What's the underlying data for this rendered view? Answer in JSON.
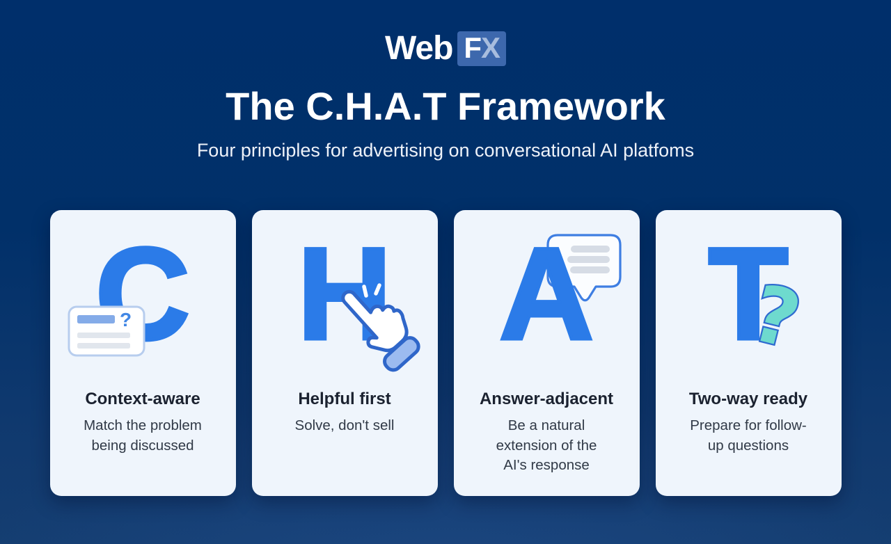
{
  "logo": {
    "web": "Web",
    "f": "F",
    "x": "X"
  },
  "header": {
    "title": "The C.H.A.T Framework",
    "subtitle": "Four principles for advertising on conversational AI platfoms"
  },
  "cards": [
    {
      "letter": "C",
      "icon": "memo-question-icon",
      "heading": "Context-aware",
      "body": "Match the problem\nbeing discussed"
    },
    {
      "letter": "H",
      "icon": "click-hand-icon",
      "heading": "Helpful first",
      "body": "Solve, don't sell"
    },
    {
      "letter": "A",
      "icon": "speech-bubble-icon",
      "heading": "Answer-adjacent",
      "body": "Be a natural\nextension of the\nAI's response"
    },
    {
      "letter": "T",
      "icon": "question-mark-icon",
      "heading": "Two-way ready",
      "body": "Prepare for follow-\nup questions"
    }
  ],
  "colors": {
    "background_navy": "#002f6b",
    "card_background": "#eff5fc",
    "letter_blue": "#2b7be8",
    "icon_outline_blue": "#2f6bcd",
    "teal_accent": "#6edace",
    "heading_text": "#1b2230",
    "body_text": "#313a47",
    "logo_box_blue": "#3d68ad",
    "logo_x_blue": "#a8bdde"
  }
}
